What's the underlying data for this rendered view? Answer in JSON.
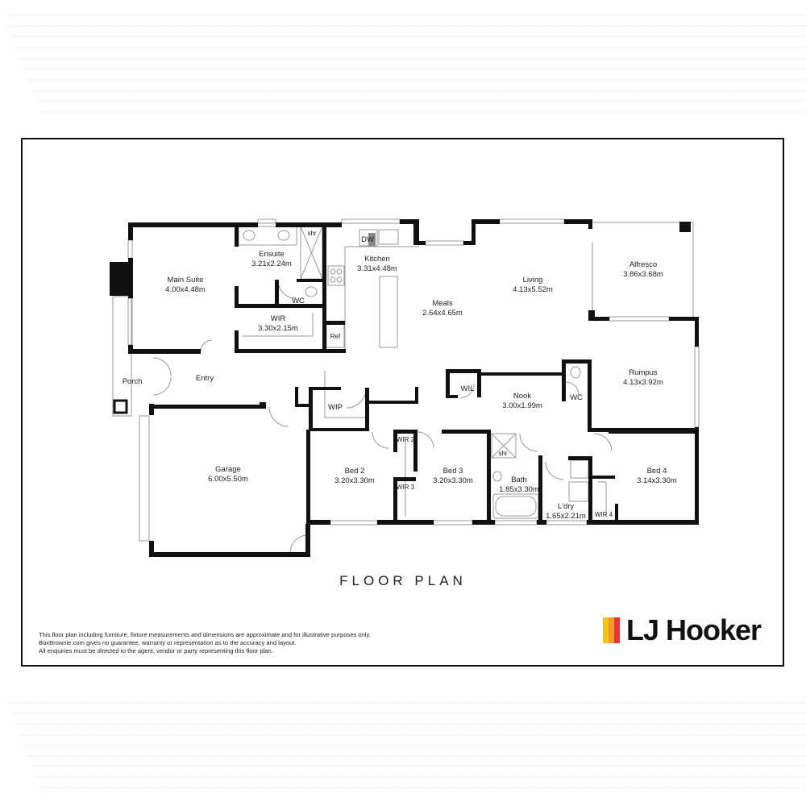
{
  "title": "FLOOR PLAN",
  "rooms": {
    "main_suite": {
      "name": "Main Suite",
      "size": "4.00x4.48m"
    },
    "ensuite": {
      "name": "Ensuite",
      "size": "3.21x2.24m"
    },
    "wir_main": {
      "name": "WIR",
      "size": "3.30x2.15m"
    },
    "kitchen": {
      "name": "Kitchen",
      "size": "3.31x4.48m"
    },
    "meals": {
      "name": "Meals",
      "size": "2.64x4.65m"
    },
    "living": {
      "name": "Living",
      "size": "4.13x5.52m"
    },
    "alfresco": {
      "name": "Alfresco",
      "size": "3.86x3.68m"
    },
    "rumpus": {
      "name": "Rumpus",
      "size": "4.13x3.92m"
    },
    "nook": {
      "name": "Nook",
      "size": "3.00x1.99m"
    },
    "garage": {
      "name": "Garage",
      "size": "6.00x5.50m"
    },
    "bed2": {
      "name": "Bed 2",
      "size": "3.20x3.30m"
    },
    "bed3": {
      "name": "Bed 3",
      "size": "3.20x3.30m"
    },
    "bath": {
      "name": "Bath",
      "size": "1.85x3.30m"
    },
    "laundry": {
      "name": "L'dry",
      "size": "1.65x2.21m"
    },
    "bed4": {
      "name": "Bed 4",
      "size": "3.14x3.30m"
    },
    "porch": {
      "name": "Porch"
    },
    "entry": {
      "name": "Entry"
    },
    "wip": {
      "name": "WIP"
    },
    "wil": {
      "name": "WIL"
    },
    "wc_ensuite": {
      "name": "WC"
    },
    "wc_hall": {
      "name": "WC"
    },
    "wir2": {
      "name": "WIR 2"
    },
    "wir3": {
      "name": "WIR 3"
    },
    "wir4": {
      "name": "WIR 4"
    }
  },
  "fixtures": {
    "shower_ensuite": "shr",
    "shower_bath": "shr",
    "dishwasher": "DW",
    "fridge": "Ref"
  },
  "disclaimer": [
    "This floor plan including furniture, fixture measurements and dimensions are approximate and for illustrative purposes only.",
    "BoxBrownie.com gives no guarantee, warranty or representation as to the accuracy and layout.",
    "All enquiries must be directed to the agent, vendor or party representing this floor plan."
  ],
  "logo": {
    "text": "LJ Hooker",
    "colors": [
      "#f7c21d",
      "#f39a2b",
      "#e8353b"
    ]
  }
}
